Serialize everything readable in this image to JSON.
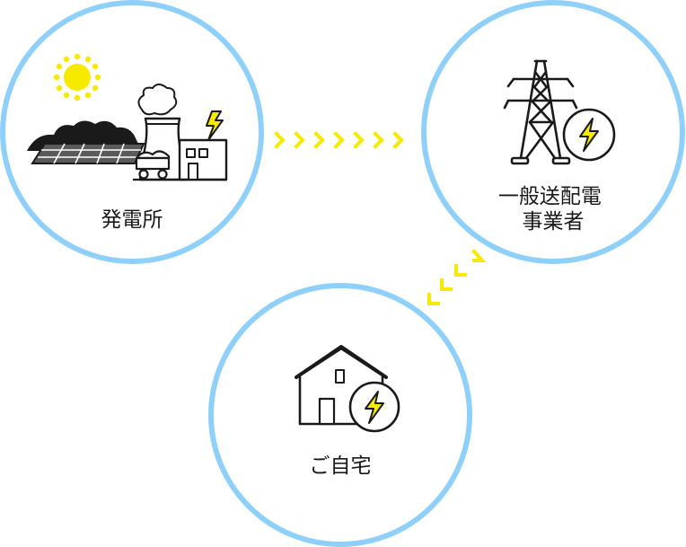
{
  "colors": {
    "ring": "#8fd0fa",
    "accent_yellow": "#f6ea00",
    "ink": "#1a1a1a",
    "panel_gray": "#5a5a5a"
  },
  "nodes": {
    "power_plant": {
      "label": "発電所",
      "icon": "power-plant-with-solar-and-sun"
    },
    "transmission": {
      "label_lines": [
        "一般送配電",
        "事業者"
      ],
      "icon": "transmission-tower-with-lightning"
    },
    "home": {
      "label": "ご自宅",
      "icon": "house-with-lightning"
    }
  },
  "arrows": [
    {
      "from": "power_plant",
      "to": "transmission",
      "style": "chevron-chain"
    },
    {
      "from": "transmission",
      "to": "home",
      "style": "chevron-chain"
    }
  ]
}
